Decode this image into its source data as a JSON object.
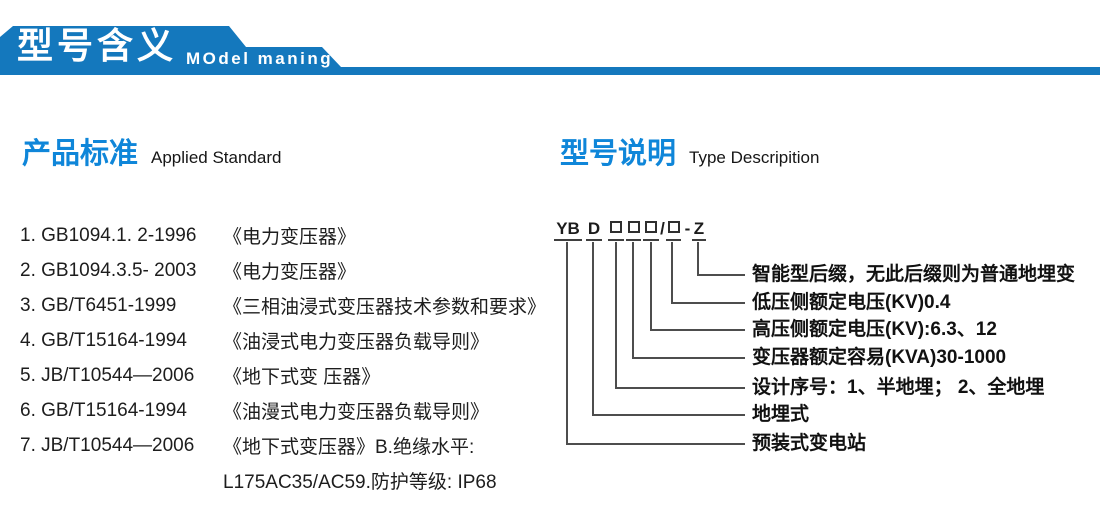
{
  "header": {
    "title_cn": "型号含义",
    "title_en": "MOdel maning"
  },
  "sections": {
    "standards": {
      "heading_cn": "产品标准",
      "heading_en": "Applied Standard",
      "items": [
        {
          "code": "1. GB1094.1. 2-1996",
          "title": "《电力变压器》"
        },
        {
          "code": "2. GB1094.3.5- 2003",
          "title": "《电力变压器》"
        },
        {
          "code": "3. GB/T6451-1999",
          "title": "《三相油浸式变压器技术参数和要求》"
        },
        {
          "code": "4. GB/T15164-1994",
          "title": "《油浸式电力变压器负载导则》"
        },
        {
          "code": "5. JB/T10544—2006",
          "title": "《地下式变 压器》"
        },
        {
          "code": "6. GB/T15164-1994",
          "title": "《油漫式电力变压器负载导则》"
        },
        {
          "code": "7. JB/T10544—2006",
          "title": "《地下式变压器》B.绝缘水平:"
        },
        {
          "code": "",
          "title": "L175AC35/AC59.防护等级: IP68"
        }
      ]
    },
    "model": {
      "heading_cn": "型号说明",
      "heading_en": "Type Descripition",
      "code_parts": {
        "prefix": "YB",
        "buried": "D",
        "slash": "/",
        "dash": "-",
        "suffix": "Z"
      },
      "labels": [
        "智能型后缀，无此后缀则为普通地埋变",
        "低压侧额定电压(KV)0.4",
        "高压侧额定电压(KV):6.3、12",
        "变压器额定容易(KVA)30-1000",
        "设计序号：1、半地埋； 2、全地埋",
        "地埋式",
        "预装式变电站"
      ]
    }
  },
  "colors": {
    "band_blue": "#1478bd",
    "heading_blue": "#0f86d9",
    "text": "#1d1d1d",
    "diagram_line": "#4d4d4d"
  }
}
